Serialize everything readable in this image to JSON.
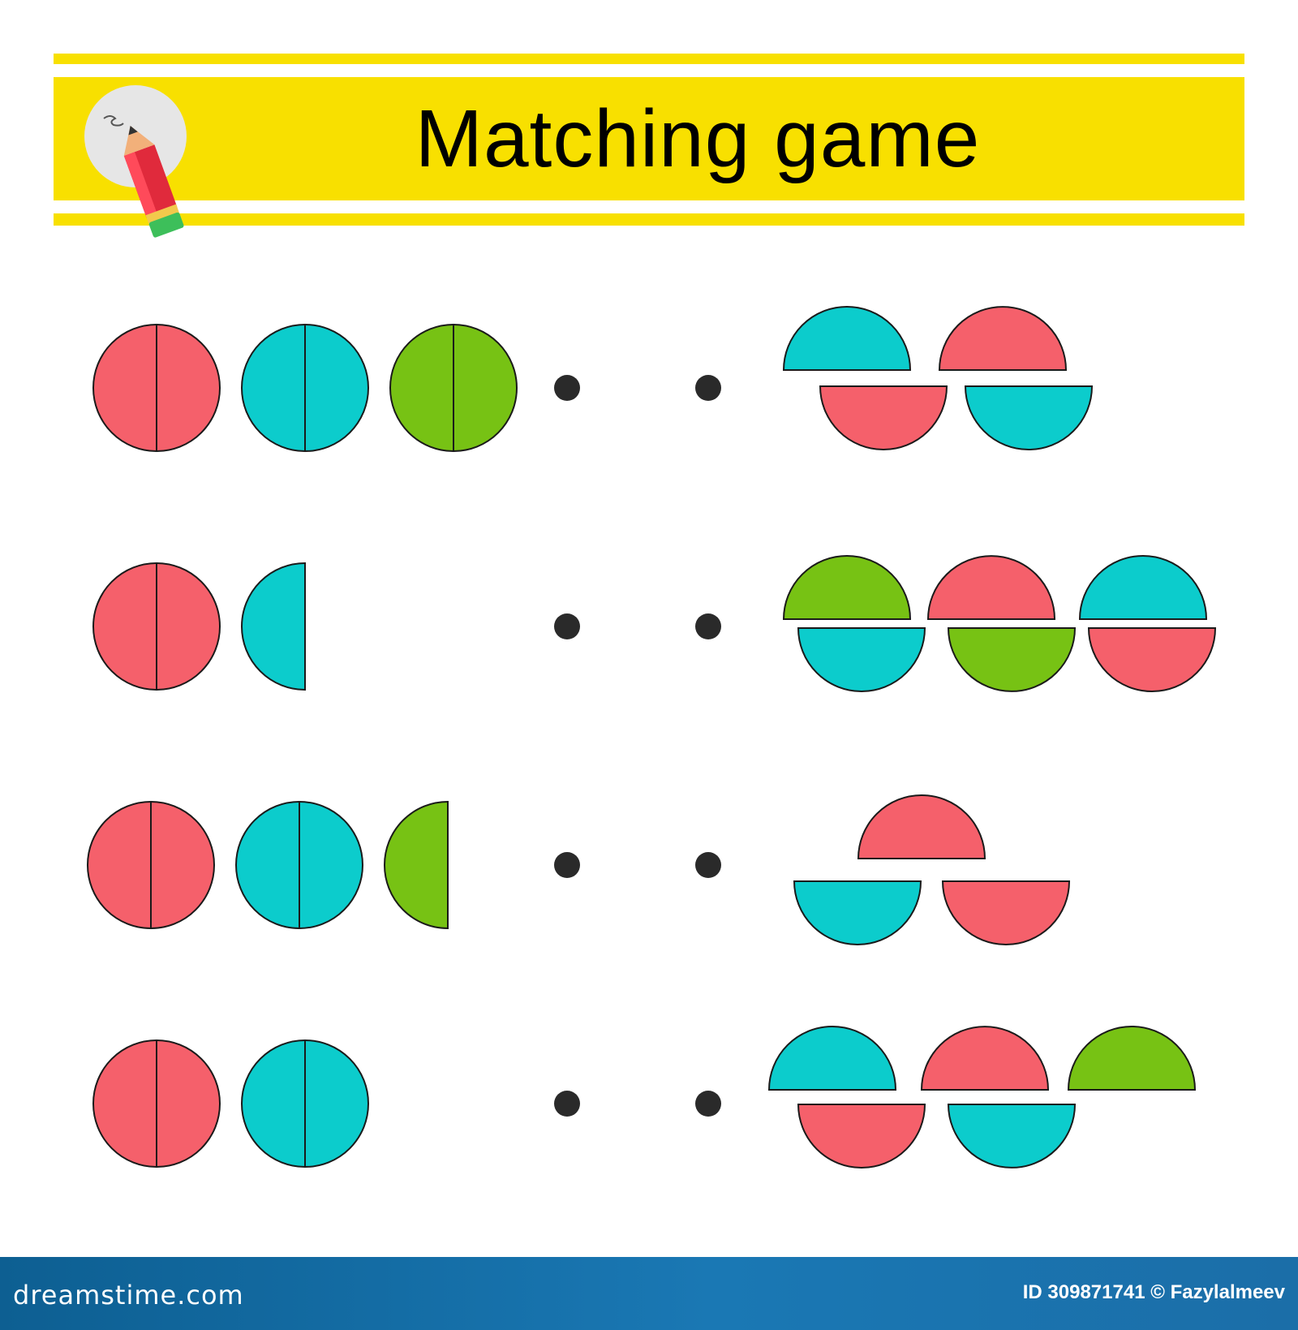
{
  "header": {
    "title": "Matching game",
    "pencil_icon": "pencil-icon"
  },
  "colors": {
    "banner": "#f8e000",
    "red": "#f5606b",
    "cyan": "#0ccccc",
    "green": "#77c214",
    "outline": "#1a1a1a",
    "dot": "#2a2a2a"
  },
  "rows": [
    {
      "left": [
        "red-circle",
        "cyan-circle",
        "green-circle"
      ],
      "right": {
        "top_halves": [
          "cyan",
          "red"
        ],
        "bottom_halves": [
          "red",
          "cyan"
        ]
      }
    },
    {
      "left": [
        "red-circle",
        "cyan-half"
      ],
      "right": {
        "top_halves": [
          "green",
          "red",
          "cyan"
        ],
        "bottom_halves": [
          "cyan",
          "green",
          "red"
        ]
      }
    },
    {
      "left": [
        "red-circle",
        "cyan-circle",
        "green-half"
      ],
      "right": {
        "top_halves": [
          "red"
        ],
        "bottom_halves": [
          "cyan",
          "red"
        ]
      }
    },
    {
      "left": [
        "red-circle",
        "cyan-circle"
      ],
      "right": {
        "top_halves": [
          "cyan",
          "red",
          "green"
        ],
        "bottom_halves": [
          "red",
          "cyan"
        ]
      }
    }
  ],
  "footer": {
    "brand": "dreamstime.com",
    "credit": "ID 309871741 © Fazylalmeev"
  }
}
